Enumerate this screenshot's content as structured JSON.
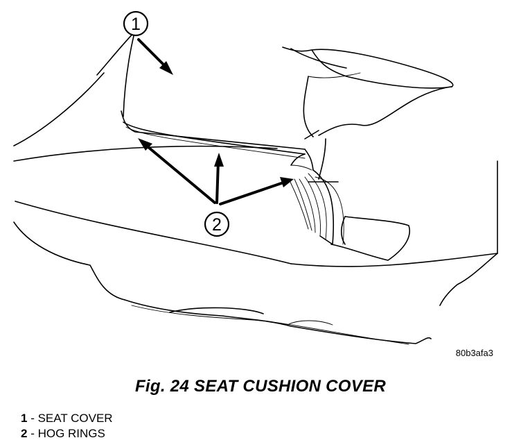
{
  "figure": {
    "code": "80b3afa3",
    "caption": "Fig. 24 SEAT CUSHION COVER"
  },
  "callouts": [
    {
      "number": "1",
      "label": "SEAT COVER"
    },
    {
      "number": "2",
      "label": "HOG RINGS"
    }
  ],
  "legend_separator": " - "
}
